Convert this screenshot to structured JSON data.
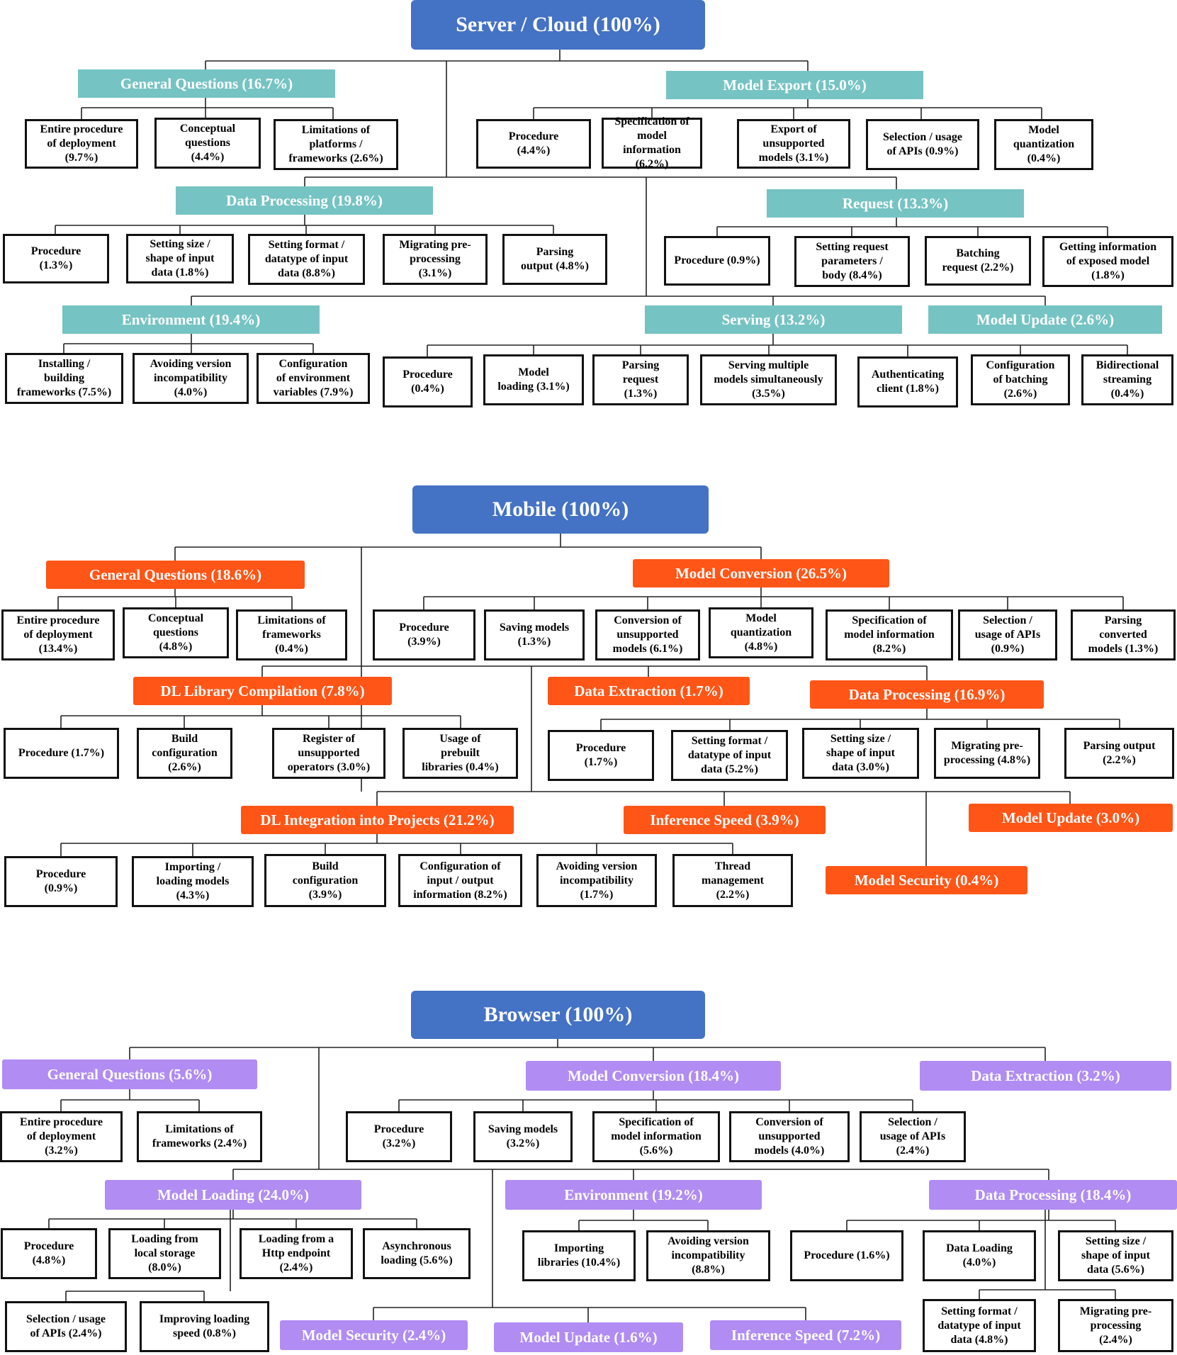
{
  "colors": {
    "root": "#4472C4",
    "server_category": "#76C3C3",
    "mobile_category": "#FF5517",
    "browser_category": "#B08CF3",
    "leaf_border": "#111111"
  },
  "server": {
    "root": "Server / Cloud (100%)",
    "general_questions": {
      "label": "General Questions (16.7%)",
      "items": [
        "Entire procedure\nof deployment\n(9.7%)",
        "Conceptual\nquestions\n(4.4%)",
        "Limitations of\nplatforms /\nframeworks (2.6%)"
      ]
    },
    "model_export": {
      "label": "Model Export (15.0%)",
      "items": [
        "Procedure\n(4.4%)",
        "Specification of\nmodel\ninformation (6.2%)",
        "Export of\nunsupported\nmodels (3.1%)",
        "Selection / usage\nof APIs (0.9%)",
        "Model\nquantization\n(0.4%)"
      ]
    },
    "data_processing": {
      "label": "Data Processing (19.8%)",
      "items": [
        "Procedure\n(1.3%)",
        "Setting size /\nshape of input\ndata (1.8%)",
        "Setting format /\ndatatype of input\ndata (8.8%)",
        "Migrating pre-\nprocessing\n(3.1%)",
        "Parsing\noutput (4.8%)"
      ]
    },
    "request": {
      "label": "Request (13.3%)",
      "items": [
        "Procedure (0.9%)",
        "Setting request\nparameters /\nbody (8.4%)",
        "Batching\nrequest (2.2%)",
        "Getting  information\nof exposed model\n(1.8%)"
      ]
    },
    "environment": {
      "label": "Environment (19.4%)",
      "items": [
        "Installing /\nbuilding\nframeworks (7.5%)",
        "Avoiding version\nincompatibility\n(4.0%)",
        "Configuration\nof environment\nvariables (7.9%)"
      ]
    },
    "serving": {
      "label": "Serving (13.2%)",
      "items": [
        "Procedure\n(0.4%)",
        "Model\nloading (3.1%)",
        "Parsing\nrequest\n(1.3%)",
        "Serving multiple\nmodels simultaneously\n(3.5%)",
        "Authenticating\nclient  (1.8%)",
        "Configuration\nof batching\n(2.6%)",
        "Bidirectional\nstreaming\n(0.4%)"
      ]
    },
    "model_update": {
      "label": "Model Update (2.6%)"
    }
  },
  "mobile": {
    "root": "Mobile (100%)",
    "general_questions": {
      "label": "General Questions (18.6%)",
      "items": [
        "Entire procedure\nof deployment\n(13.4%)",
        "Conceptual\nquestions\n(4.8%)",
        "Limitations of\nframeworks\n(0.4%)"
      ]
    },
    "model_conversion": {
      "label": "Model Conversion (26.5%)",
      "items": [
        "Procedure\n(3.9%)",
        "Saving models\n(1.3%)",
        "Conversion of\nunsupported\nmodels (6.1%)",
        "Model\nquantization\n(4.8%)",
        "Specification of\nmodel information\n(8.2%)",
        "Selection /\nusage of APIs\n(0.9%)",
        "Parsing\nconverted\nmodels (1.3%)"
      ]
    },
    "dl_library": {
      "label": "DL Library Compilation (7.8%)",
      "items": [
        "Procedure (1.7%)",
        "Build\nconfiguration\n(2.6%)",
        "Register of\nunsupported\noperators (3.0%)",
        "Usage of\nprebuilt\nlibraries (0.4%)"
      ]
    },
    "data_extraction": {
      "label": "Data Extraction (1.7%)"
    },
    "data_processing": {
      "label": "Data Processing (16.9%)",
      "items": [
        "Procedure\n(1.7%)",
        "Setting format /\ndatatype of input\ndata (5.2%)",
        "Setting size /\nshape of input\ndata (3.0%)",
        "Migrating pre-\nprocessing (4.8%)",
        "Parsing  output\n(2.2%)"
      ]
    },
    "dl_integration": {
      "label": "DL Integration into Projects (21.2%)",
      "items": [
        "Procedure\n(0.9%)",
        "Importing /\nloading models\n(4.3%)",
        "Build\nconfiguration\n(3.9%)",
        "Configuration of\ninput / output\ninformation (8.2%)",
        "Avoiding version\nincompatibility\n(1.7%)",
        "Thread\nmanagement\n(2.2%)"
      ]
    },
    "inference_speed": {
      "label": "Inference Speed (3.9%)"
    },
    "model_update": {
      "label": "Model Update (3.0%)"
    },
    "model_security": {
      "label": "Model Security (0.4%)"
    }
  },
  "browser": {
    "root": "Browser (100%)",
    "general_questions": {
      "label": "General Questions (5.6%)",
      "items": [
        "Entire procedure\nof deployment\n(3.2%)",
        "Limitations of\nframeworks (2.4%)"
      ]
    },
    "model_conversion": {
      "label": "Model Conversion (18.4%)",
      "items": [
        "Procedure\n(3.2%)",
        "Saving models\n(3.2%)",
        "Specification of\nmodel information\n(5.6%)",
        "Conversion of\nunsupported\nmodels (4.0%)",
        "Selection /\nusage of APIs\n(2.4%)"
      ]
    },
    "data_extraction": {
      "label": "Data Extraction (3.2%)"
    },
    "model_loading": {
      "label": "Model Loading (24.0%)",
      "items": [
        "Procedure\n(4.8%)",
        "Loading from\nlocal storage\n(8.0%)",
        "Loading from a\nHttp endpoint\n(2.4%)",
        "Asynchronous\nloading (5.6%)",
        "Selection / usage\nof APIs (2.4%)",
        "Improving loading\nspeed (0.8%)"
      ]
    },
    "environment": {
      "label": "Environment (19.2%)",
      "items": [
        "Importing\nlibraries (10.4%)",
        "Avoiding version\nincompatibility\n(8.8%)"
      ]
    },
    "data_processing": {
      "label": "Data Processing (18.4%)",
      "items": [
        "Procedure (1.6%)",
        "Data Loading\n(4.0%)",
        "Setting size /\nshape of input\ndata (5.6%)",
        "Setting format /\ndatatype of input\ndata (4.8%)",
        "Migrating pre-\nprocessing\n(2.4%)"
      ]
    },
    "model_security": {
      "label": "Model Security (2.4%)"
    },
    "model_update": {
      "label": "Model Update (1.6%)"
    },
    "inference_speed": {
      "label": "Inference Speed (7.2%)"
    }
  }
}
